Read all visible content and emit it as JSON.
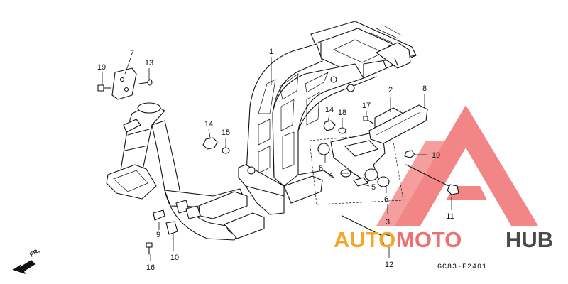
{
  "diagram": {
    "code": "GC83-F2401",
    "direction": "FR.",
    "labels": [
      "1",
      "2",
      "3",
      "4",
      "5",
      "6",
      "6",
      "7",
      "8",
      "9",
      "10",
      "11",
      "12",
      "13",
      "14",
      "14",
      "15",
      "16",
      "17",
      "18",
      "19",
      "19"
    ]
  },
  "watermark": {
    "part1": "AUTO",
    "part2": "MOTO",
    "part3": "HUB",
    "colors": {
      "auto": "#f5a623",
      "moto": "#f07070",
      "hub": "#4a4a4a",
      "triangle": "#f07070"
    }
  }
}
